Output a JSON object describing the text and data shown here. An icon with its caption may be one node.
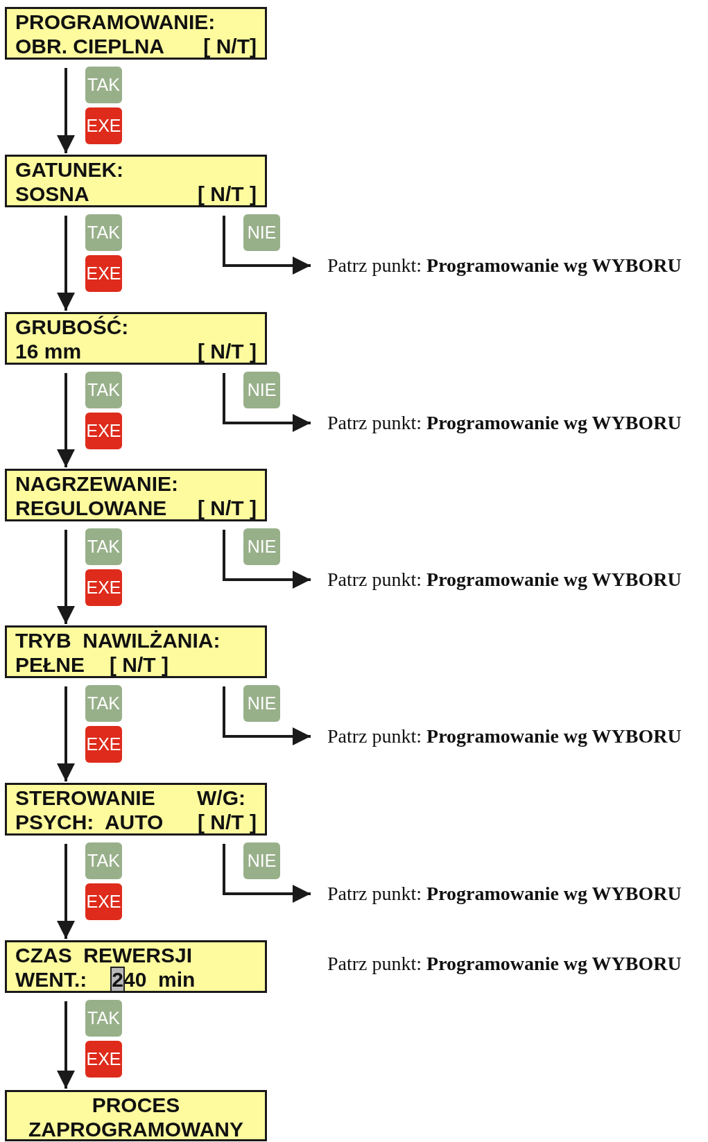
{
  "diagram": {
    "nodes": [
      {
        "text": [
          "PROGRAMOWANIE:",
          "OBR. CIEPLNA",
          "[ N/T]"
        ]
      },
      {
        "text": [
          "TAK"
        ]
      },
      {
        "text": [
          "EXE"
        ]
      },
      {
        "text": [
          "GATUNEK:",
          "SOSNA",
          "[ N/T ]"
        ]
      },
      {
        "text": [
          "TAK"
        ]
      },
      {
        "text": [
          "EXE"
        ]
      },
      {
        "text": [
          "NIE"
        ]
      },
      {
        "text": [
          "Patrz punkt: **Programowanie wg WYBORU**"
        ]
      },
      {
        "text": [
          "GRUBOŚĆ:",
          "16 mm",
          "[ N/T ]"
        ]
      },
      {
        "text": [
          "TAK"
        ]
      },
      {
        "text": [
          "EXE"
        ]
      },
      {
        "text": [
          "NIE"
        ]
      },
      {
        "text": [
          "Patrz punkt: **Programowanie wg WYBORU**"
        ]
      },
      {
        "text": [
          "NAGRZEWANIE:",
          "REGULOWANE",
          "[ N/T ]"
        ]
      },
      {
        "text": [
          "TAK"
        ]
      },
      {
        "text": [
          "EXE"
        ]
      },
      {
        "text": [
          "NIE"
        ]
      },
      {
        "text": [
          "Patrz punkt: **Programowanie wg WYBORU**"
        ]
      },
      {
        "text": [
          "TRYB  NAWILŻANIA:",
          "PEŁNE",
          "[ N/T ]"
        ]
      },
      {
        "text": [
          "TAK"
        ]
      },
      {
        "text": [
          "EXE"
        ]
      },
      {
        "text": [
          "NIE"
        ]
      },
      {
        "text": [
          "Patrz punkt: **Programowanie wg WYBORU**"
        ]
      },
      {
        "text": [
          "STEROWANIE",
          "W/G:",
          "PSYCH:  AUTO",
          "[ N/T ]"
        ]
      },
      {
        "text": [
          "TAK"
        ]
      },
      {
        "text": [
          "EXE"
        ]
      },
      {
        "text": [
          "NIE"
        ]
      },
      {
        "text": [
          "Patrz punkt: **Programowanie wg WYBORU**"
        ]
      },
      {
        "text": [
          "CZAS  REWERSJI",
          "WENT.:",
          "240  min"
        ]
      },
      {
        "text": [
          "TAK"
        ]
      },
      {
        "text": [
          "EXE"
        ]
      },
      {
        "text": [
          "PROCES",
          "ZAPROGRAMOWANY"
        ]
      }
    ],
    "edges": [
      {
        "from": 0,
        "to": 3,
        "arrow": "to"
      },
      {
        "from": 3,
        "to": 8,
        "arrow": "to"
      },
      {
        "from": 3,
        "to": 7,
        "arrow": "to"
      },
      {
        "from": 8,
        "to": 13,
        "arrow": "to"
      },
      {
        "from": 8,
        "to": 12,
        "arrow": "to"
      },
      {
        "from": 13,
        "to": 18,
        "arrow": "to"
      },
      {
        "from": 13,
        "to": 17,
        "arrow": "to"
      },
      {
        "from": 18,
        "to": 23,
        "arrow": "to"
      },
      {
        "from": 18,
        "to": 22,
        "arrow": "to"
      },
      {
        "from": 23,
        "to": 28,
        "arrow": "to"
      },
      {
        "from": 23,
        "to": 27,
        "arrow": "to"
      },
      {
        "from": 28,
        "to": 31,
        "arrow": "to"
      }
    ],
    "labels": [
      "Patrz punkt: **Programowanie wg WYBORU**"
    ]
  }
}
